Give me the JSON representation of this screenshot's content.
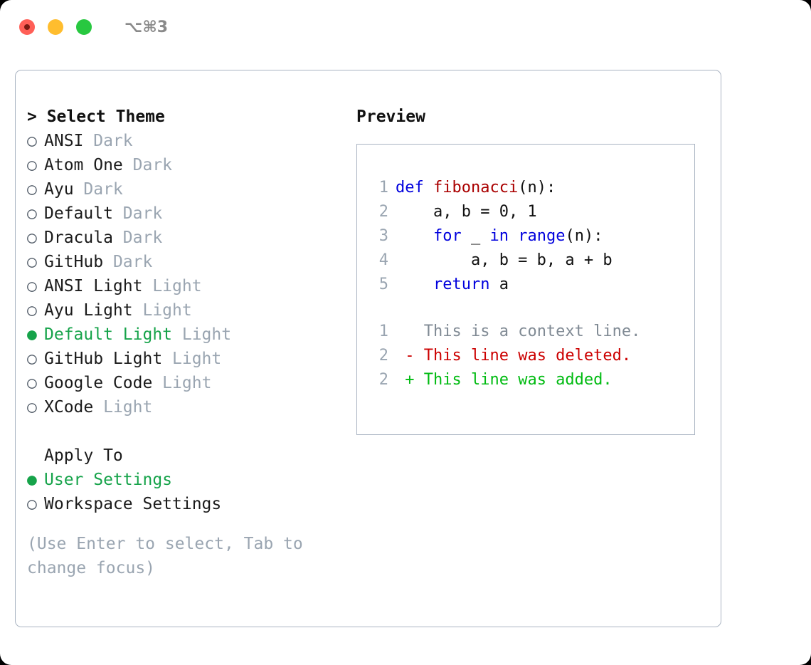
{
  "titlebar": {
    "shortcut": "⌥⌘3",
    "buttons": [
      {
        "name": "close",
        "color": "#ff5f57"
      },
      {
        "name": "minimize",
        "color": "#ffbd2e"
      },
      {
        "name": "maximize",
        "color": "#28c840"
      }
    ]
  },
  "theme_picker": {
    "heading": "> Select Theme",
    "bullet_unselected": "○",
    "bullet_selected": "●",
    "items": [
      {
        "name": "ANSI",
        "category": "Dark",
        "selected": false
      },
      {
        "name": "Atom One",
        "category": "Dark",
        "selected": false
      },
      {
        "name": "Ayu",
        "category": "Dark",
        "selected": false
      },
      {
        "name": "Default",
        "category": "Dark",
        "selected": false
      },
      {
        "name": "Dracula",
        "category": "Dark",
        "selected": false
      },
      {
        "name": "GitHub",
        "category": "Dark",
        "selected": false
      },
      {
        "name": "ANSI Light",
        "category": "Light",
        "selected": false
      },
      {
        "name": "Ayu Light",
        "category": "Light",
        "selected": false
      },
      {
        "name": "Default Light",
        "category": "Light",
        "selected": true
      },
      {
        "name": "GitHub Light",
        "category": "Light",
        "selected": false
      },
      {
        "name": "Google Code",
        "category": "Light",
        "selected": false
      },
      {
        "name": "XCode",
        "category": "Light",
        "selected": false
      }
    ]
  },
  "apply_to": {
    "heading": "Apply To",
    "options": [
      {
        "label": "User Settings",
        "selected": true
      },
      {
        "label": "Workspace Settings",
        "selected": false
      }
    ]
  },
  "hint": "(Use Enter to select, Tab to change focus)",
  "preview": {
    "title": "Preview",
    "code_lines": [
      {
        "num": "1",
        "tokens": [
          {
            "t": "def",
            "c": "kw"
          },
          {
            "t": " ",
            "c": "plain"
          },
          {
            "t": "fibonacci",
            "c": "fn"
          },
          {
            "t": "(n):",
            "c": "plain"
          }
        ]
      },
      {
        "num": "2",
        "tokens": [
          {
            "t": "    a, b = 0, 1",
            "c": "plain"
          }
        ]
      },
      {
        "num": "3",
        "tokens": [
          {
            "t": "    ",
            "c": "plain"
          },
          {
            "t": "for",
            "c": "kw"
          },
          {
            "t": " _ ",
            "c": "plain"
          },
          {
            "t": "in",
            "c": "kw"
          },
          {
            "t": " ",
            "c": "plain"
          },
          {
            "t": "range",
            "c": "kw"
          },
          {
            "t": "(n):",
            "c": "plain"
          }
        ]
      },
      {
        "num": "4",
        "tokens": [
          {
            "t": "        a, b = b, a + b",
            "c": "plain"
          }
        ]
      },
      {
        "num": "5",
        "tokens": [
          {
            "t": "    ",
            "c": "plain"
          },
          {
            "t": "return",
            "c": "kw"
          },
          {
            "t": " a",
            "c": "plain"
          }
        ]
      }
    ],
    "diff_lines": [
      {
        "num": "1",
        "marker": "  ",
        "text": "This is a context line.",
        "kind": "ctx"
      },
      {
        "num": "2",
        "marker": "- ",
        "text": "This line was deleted.",
        "kind": "del"
      },
      {
        "num": "2",
        "marker": "+ ",
        "text": "This line was added.",
        "kind": "add"
      }
    ]
  },
  "colors": {
    "selected_green": "#16a34a",
    "muted_gray": "#9aa5b1",
    "keyword_blue": "#0000dd",
    "function_red": "#aa0000",
    "diff_delete": "#cc0000",
    "diff_add": "#00bb11",
    "border": "#aab4c2"
  }
}
